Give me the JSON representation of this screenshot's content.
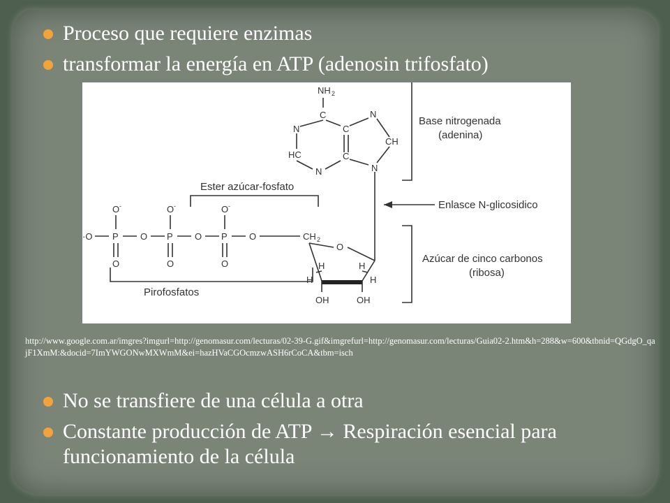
{
  "bullets_top": [
    "Proceso que requiere enzimas",
    "transformar la energía en ATP (adenosin trifosfato)"
  ],
  "bullets_bottom": [
    "No se transfiere de una célula a otra",
    "Constante producción de ATP → Respiración esencial para funcionamiento de la célula"
  ],
  "source_url": "http://www.google.com.ar/imgres?imgurl=http://genomasur.com/lecturas/02-39-G.gif&imgrefurl=http://genomasur.com/lecturas/Guia02-2.htm&h=288&w=600&tbnid=QGdgO_qajF1XmM:&docid=7ImYWGONwMXWmM&ei=hazHVaCGOcmzwASH6rCoCA&tbm=isch",
  "diagram": {
    "base_label_1": "Base nitrogenada",
    "base_label_2": "(adenina)",
    "bond_label": "Enlasce N-glicosidico",
    "sugar_label_1": "Azúcar de cinco carbonos",
    "sugar_label_2": "(ribosa)",
    "ester_label": "Ester azúcar-fosfato",
    "pyro_label": "Pirofosfatos",
    "nh2": "NH",
    "nh2_sub": "2",
    "atom_C": "C",
    "atom_N": "N",
    "atom_HC": "HC",
    "atom_CH": "CH",
    "atom_P": "P",
    "atom_O": "O",
    "atom_O_minus": "O",
    "minus": "-",
    "minus_O": "·O",
    "ch2": "CH",
    "ch2_sub": "2",
    "atom_H": "H",
    "oh": "OH"
  },
  "colors": {
    "bullet": "#f2a33a",
    "text": "#ffffff",
    "card": "#7a8578"
  }
}
